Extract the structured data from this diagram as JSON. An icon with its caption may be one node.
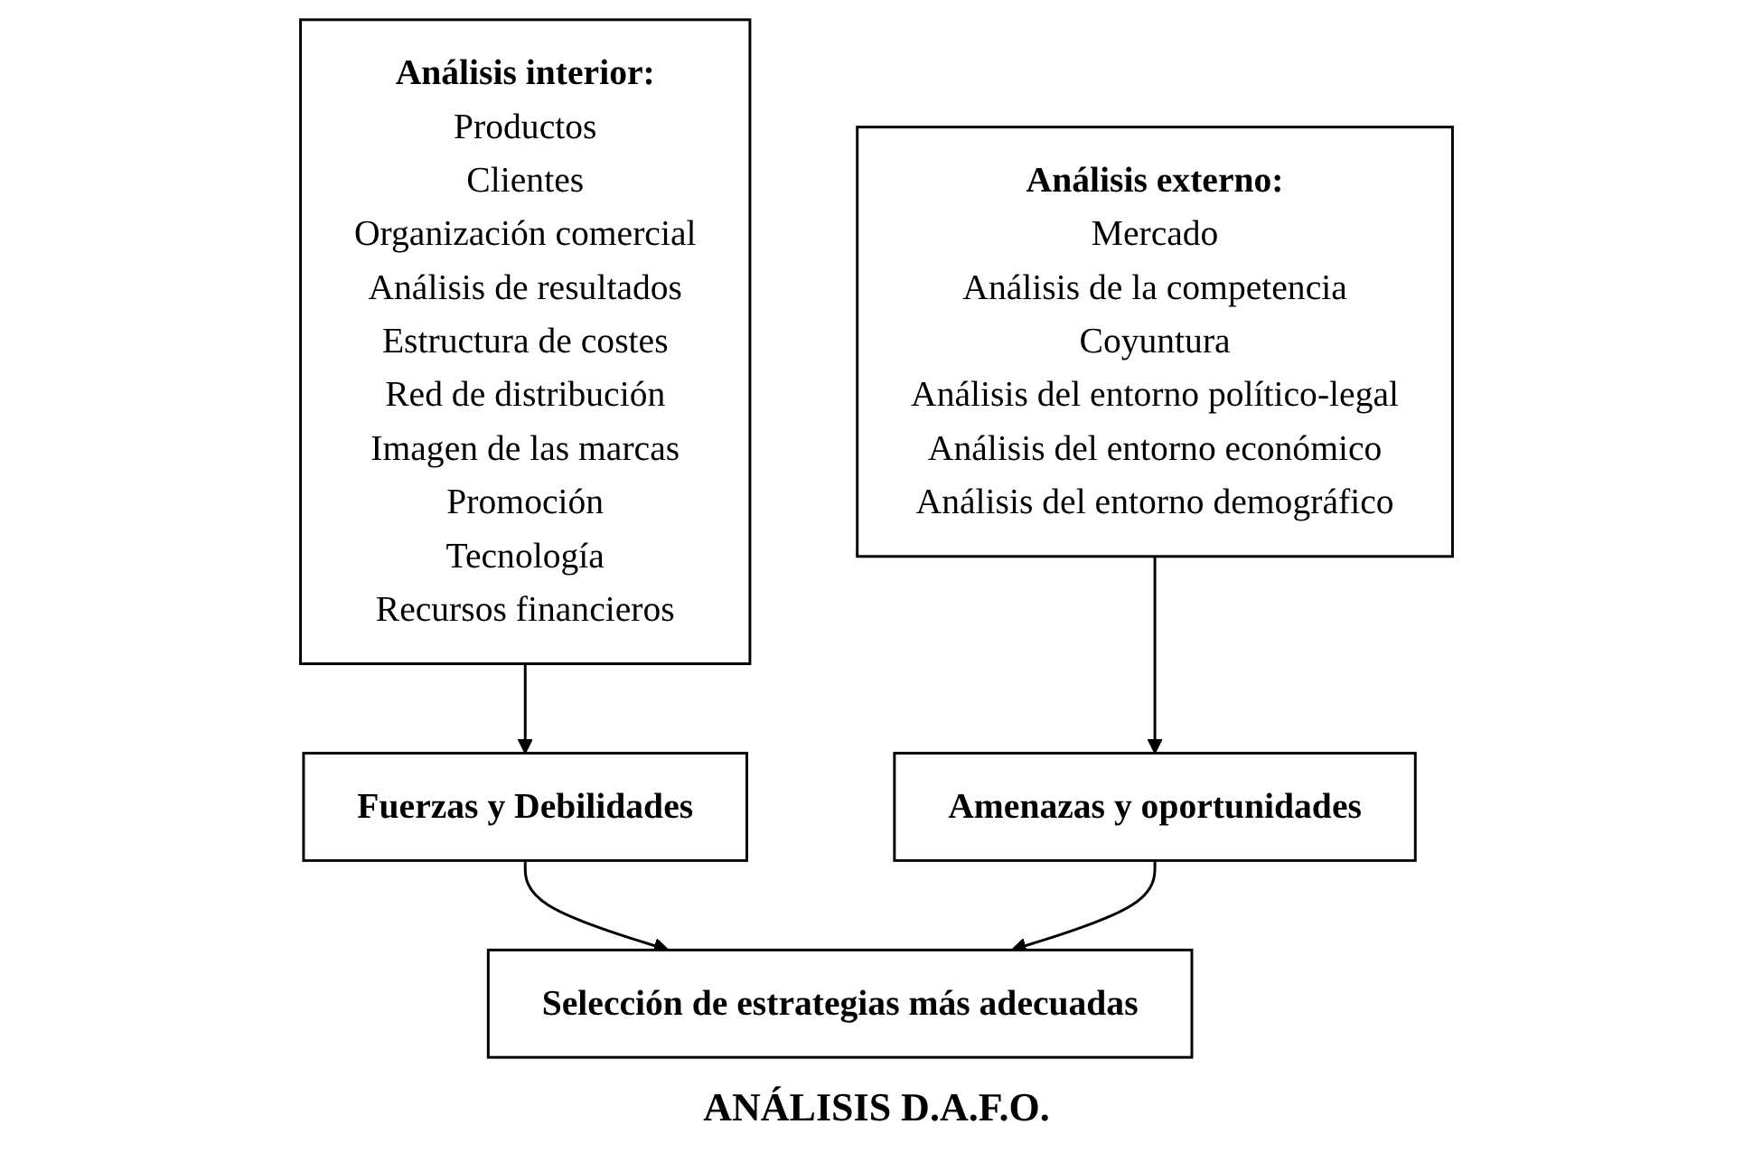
{
  "diagram": {
    "caption": "ANÁLISIS D.A.F.O.",
    "nodes": [
      {
        "text": [
          "Análisis interior:",
          "Productos",
          "Clientes",
          "Organización comercial",
          "Análisis de resultados",
          "Estructura de costes",
          "Red de distribución",
          "Imagen de las marcas",
          "Promoción",
          "Tecnología",
          "Recursos financieros"
        ]
      },
      {
        "text": [
          "Análisis externo:",
          "Mercado",
          "Análisis de la competencia",
          "Coyuntura",
          "Análisis del entorno político-legal",
          "Análisis del entorno económico",
          "Análisis del entorno demográfico"
        ]
      },
      {
        "text": [
          "Fuerzas y Debilidades"
        ]
      },
      {
        "text": [
          "Amenazas y oportunidades"
        ]
      },
      {
        "text": [
          "Selección de estrategias más adecuadas"
        ]
      }
    ],
    "edges": [
      {
        "from": 0,
        "to": 2,
        "arrow": "to"
      },
      {
        "from": 1,
        "to": 3,
        "arrow": "to"
      },
      {
        "from": 2,
        "to": 4,
        "arrow": "to"
      },
      {
        "from": 3,
        "to": 4,
        "arrow": "to"
      }
    ]
  }
}
